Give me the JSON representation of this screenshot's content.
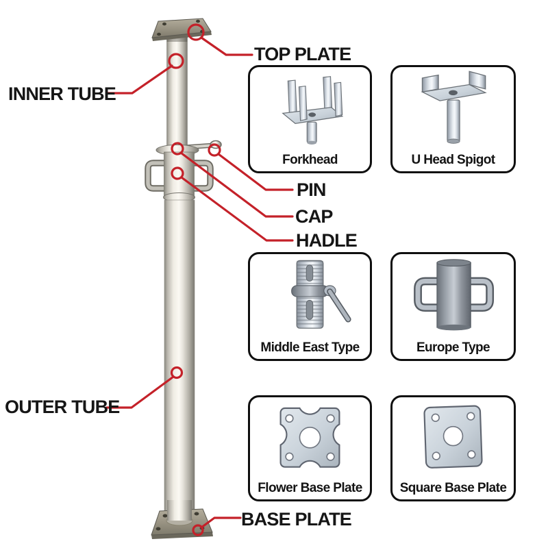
{
  "annotation_color": "#c42129",
  "prop": {
    "part_labels": [
      {
        "id": "top-plate",
        "text": "TOP PLATE"
      },
      {
        "id": "inner-tube",
        "text": "INNER TUBE"
      },
      {
        "id": "pin",
        "text": "PIN"
      },
      {
        "id": "cap",
        "text": "CAP"
      },
      {
        "id": "hadle",
        "text": "HADLE"
      },
      {
        "id": "outer-tube",
        "text": "OUTER TUBE"
      },
      {
        "id": "base-plate",
        "text": "BASE PLATE"
      }
    ]
  },
  "components": [
    {
      "id": "forkhead",
      "name": "Forkhead"
    },
    {
      "id": "u-head-spigot",
      "name": "U Head Spigot"
    },
    {
      "id": "middle-east-type",
      "name": "Middle East Type"
    },
    {
      "id": "europe-type",
      "name": "Europe Type"
    },
    {
      "id": "flower-base-plate",
      "name": "Flower Base Plate"
    },
    {
      "id": "square-base-plate",
      "name": "Square Base Plate"
    }
  ]
}
